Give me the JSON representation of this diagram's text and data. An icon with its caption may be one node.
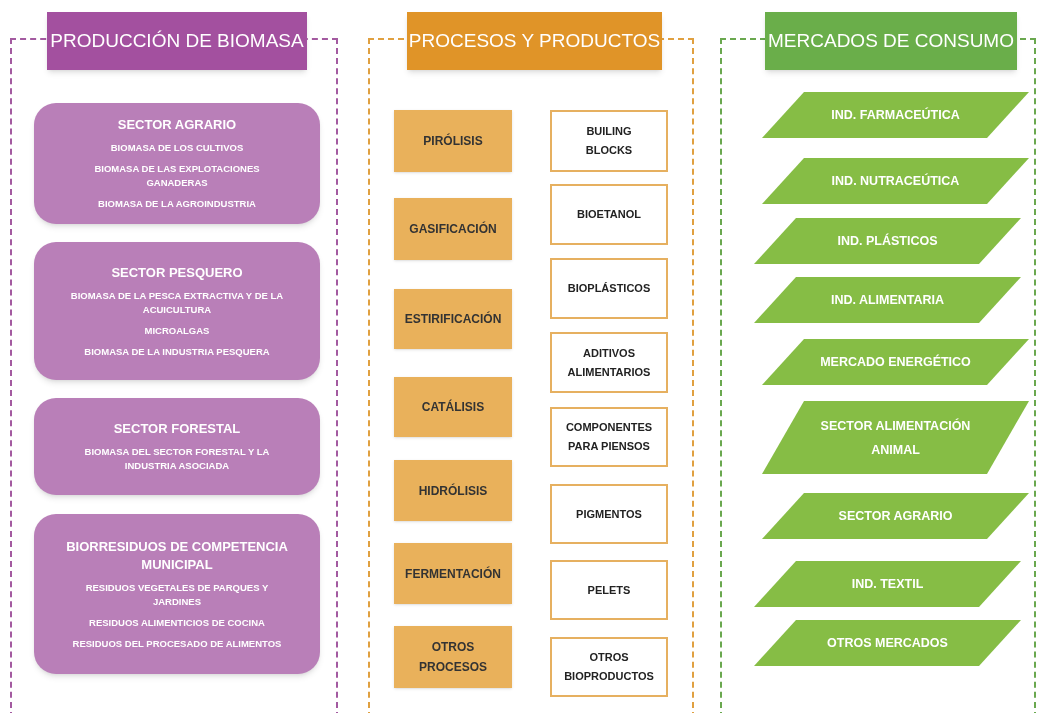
{
  "diagram": {
    "nodes": [
      {
        "text": [
          "PRODUCCIÓN DE BIOMASA"
        ]
      },
      {
        "text": [
          "SECTOR AGRARIO",
          "BIOMASA DE LOS CULTIVOS",
          "BIOMASA DE LAS EXPLOTACIONES GANADERAS",
          "BIOMASA DE LA AGROINDUSTRIA"
        ],
        "in": 0
      },
      {
        "text": [
          "SECTOR PESQUERO",
          "BIOMASA DE LA PESCA EXTRACTIVA Y DE LA ACUICULTURA",
          "MICROALGAS",
          "BIOMASA DE LA INDUSTRIA PESQUERA"
        ],
        "in": 0
      },
      {
        "text": [
          "SECTOR FORESTAL",
          "BIOMASA DEL SECTOR FORESTAL Y LA INDUSTRIA ASOCIADA"
        ],
        "in": 0
      },
      {
        "text": [
          "BIORRESIDUOS DE COMPETENCIA MUNICIPAL",
          "RESIDUOS VEGETALES DE PARQUES Y JARDINES",
          "RESIDUOS ALIMENTICIOS DE COCINA",
          "RESIDUOS DEL PROCESADO DE ALIMENTOS"
        ],
        "in": 0
      },
      {
        "text": [
          "PROCESOS Y PRODUCTOS"
        ]
      },
      {
        "text": [
          "PIRÓLISIS"
        ],
        "in": 5
      },
      {
        "text": [
          "GASIFICACIÓN"
        ],
        "in": 5
      },
      {
        "text": [
          "ESTIRIFICACIÓN"
        ],
        "in": 5
      },
      {
        "text": [
          "CATÁLISIS"
        ],
        "in": 5
      },
      {
        "text": [
          "HIDRÓLISIS"
        ],
        "in": 5
      },
      {
        "text": [
          "FERMENTACIÓN"
        ],
        "in": 5
      },
      {
        "text": [
          "OTROS PROCESOS"
        ],
        "in": 5
      },
      {
        "text": [
          "BUILING BLOCKS"
        ],
        "in": 5
      },
      {
        "text": [
          "BIOETANOL"
        ],
        "in": 5
      },
      {
        "text": [
          "BIOPLÁSTICOS"
        ],
        "in": 5
      },
      {
        "text": [
          "ADITIVOS ALIMENTARIOS"
        ],
        "in": 5
      },
      {
        "text": [
          "COMPONENTES PARA PIENSOS"
        ],
        "in": 5
      },
      {
        "text": [
          "PIGMENTOS"
        ],
        "in": 5
      },
      {
        "text": [
          "PELETS"
        ],
        "in": 5
      },
      {
        "text": [
          "OTROS BIOPRODUCTOS"
        ],
        "in": 5
      },
      {
        "text": [
          "MERCADOS DE CONSUMO"
        ]
      },
      {
        "text": [
          "IND. FARMACEÚTICA"
        ],
        "in": 21
      },
      {
        "text": [
          "IND. NUTRACEÚTICA"
        ],
        "in": 21
      },
      {
        "text": [
          "IND. PLÁSTICOS"
        ],
        "in": 21
      },
      {
        "text": [
          "IND. ALIMENTARIA"
        ],
        "in": 21
      },
      {
        "text": [
          "MERCADO ENERGÉTICO"
        ],
        "in": 21
      },
      {
        "text": [
          "SECTOR ALIMENTACIÓN ANIMAL"
        ],
        "in": 21
      },
      {
        "text": [
          "SECTOR AGRARIO"
        ],
        "in": 21
      },
      {
        "text": [
          "IND. TEXTIL"
        ],
        "in": 21
      },
      {
        "text": [
          "OTROS MERCADOS"
        ],
        "in": 21
      }
    ]
  }
}
